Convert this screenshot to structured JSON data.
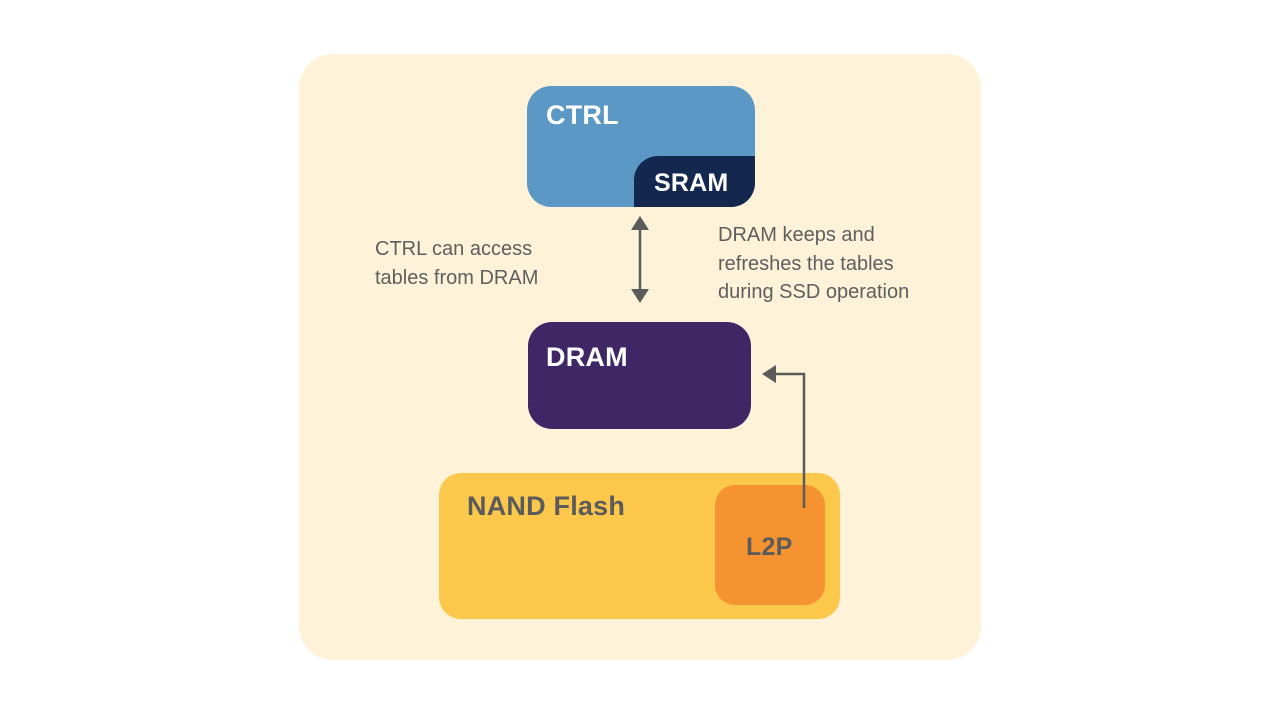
{
  "diagram": {
    "nodes": {
      "ctrl": {
        "label": "CTRL",
        "color": "#5b98c6"
      },
      "sram": {
        "label": "SRAM",
        "color": "#14274f"
      },
      "dram": {
        "label": "DRAM",
        "color": "#3f2766"
      },
      "nand": {
        "label": "NAND Flash",
        "color": "#fcc84b"
      },
      "l2p": {
        "label": "L2P",
        "color": "#f59331"
      }
    },
    "notes": {
      "left": [
        "CTRL can access",
        "tables from DRAM"
      ],
      "right": [
        "DRAM keeps and",
        "refreshes the tables",
        "during SSD operation"
      ]
    },
    "edges": [
      {
        "from": "ctrl",
        "to": "dram",
        "type": "bidirectional"
      },
      {
        "from": "l2p",
        "to": "dram",
        "type": "directed"
      }
    ],
    "colors": {
      "background": "#fef2d8",
      "arrow": "#5b5b5b",
      "text": "#5e5e5e"
    }
  }
}
